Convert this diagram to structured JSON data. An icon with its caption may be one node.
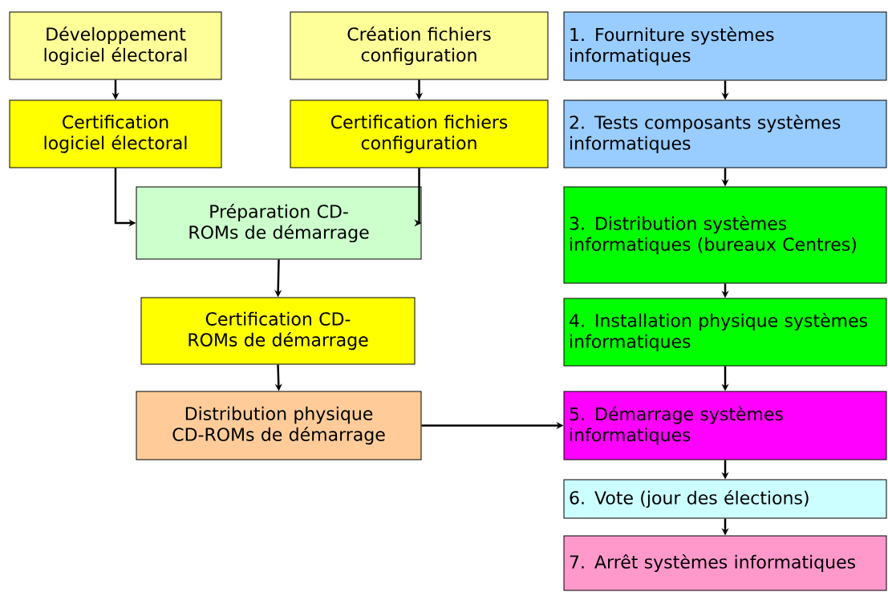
{
  "diagram": {
    "nodes": [
      {
        "text": [
          "Développement logiciel électoral"
        ]
      },
      {
        "text": [
          "Création fichiers configuration"
        ]
      },
      {
        "text": [
          "Certification logiciel électoral"
        ]
      },
      {
        "text": [
          "Certification fichiers configuration"
        ]
      },
      {
        "text": [
          "Préparation CD-ROMs de démarrage"
        ]
      },
      {
        "text": [
          "Certification CD-ROMs de démarrage"
        ]
      },
      {
        "text": [
          "Distribution physique CD-ROMs de démarrage"
        ]
      },
      {
        "text": [
          "1. Fourniture systèmes informatiques"
        ]
      },
      {
        "text": [
          "2. Tests composants systèmes informatiques"
        ]
      },
      {
        "text": [
          "3. Distribution systèmes informatiques (bureaux Centres)"
        ]
      },
      {
        "text": [
          "4. Installation physique systèmes informatiques"
        ]
      },
      {
        "text": [
          "5. Démarrage systèmes informatiques"
        ]
      },
      {
        "text": [
          "6. Vote (jour des élections)"
        ]
      },
      {
        "text": [
          "7. Arrêt systèmes informatiques"
        ]
      }
    ],
    "edges": [
      {
        "from": 0,
        "to": 2,
        "arrow": "to"
      },
      {
        "from": 1,
        "to": 3,
        "arrow": "to"
      },
      {
        "from": 2,
        "to": 4,
        "arrow": "to"
      },
      {
        "from": 3,
        "to": 4,
        "arrow": "to"
      },
      {
        "from": 4,
        "to": 5,
        "arrow": "to"
      },
      {
        "from": 5,
        "to": 6,
        "arrow": "to"
      },
      {
        "from": 6,
        "to": 11,
        "arrow": "to"
      },
      {
        "from": 7,
        "to": 8,
        "arrow": "to"
      },
      {
        "from": 8,
        "to": 9,
        "arrow": "to"
      },
      {
        "from": 9,
        "to": 10,
        "arrow": "to"
      },
      {
        "from": 10,
        "to": 11,
        "arrow": "to"
      },
      {
        "from": 11,
        "to": 12,
        "arrow": "to"
      },
      {
        "from": 12,
        "to": 13,
        "arrow": "to"
      }
    ]
  }
}
